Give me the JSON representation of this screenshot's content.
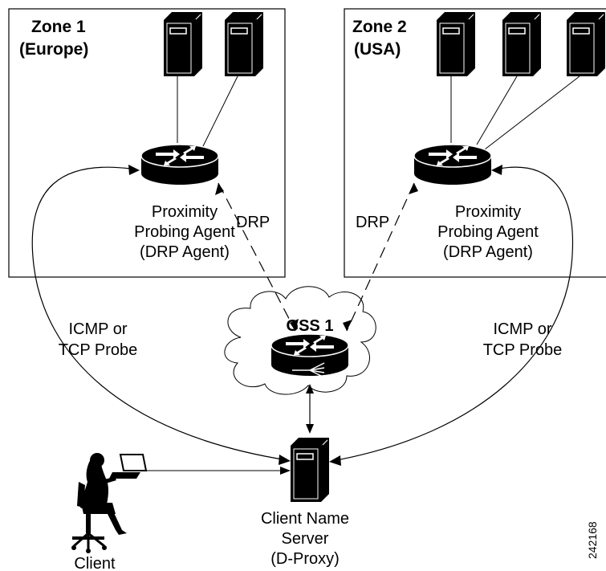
{
  "zone1": {
    "title_line1": "Zone 1",
    "title_line2": "(Europe)",
    "agent_line1": "Proximity",
    "agent_line2": "Probing Agent",
    "agent_line3": "(DRP Agent)",
    "drp_label": "DRP",
    "probe_line1": "ICMP or",
    "probe_line2": "TCP Probe"
  },
  "zone2": {
    "title_line1": "Zone 2",
    "title_line2": "(USA)",
    "agent_line1": "Proximity",
    "agent_line2": "Probing Agent",
    "agent_line3": "(DRP Agent)",
    "drp_label": "DRP",
    "probe_line1": "ICMP or",
    "probe_line2": "TCP Probe"
  },
  "gss": {
    "label": "GSS 1"
  },
  "name_server": {
    "line1": "Client Name",
    "line2": "Server",
    "line3": "(D-Proxy)"
  },
  "client": {
    "label": "Client"
  },
  "figure_id": "242168",
  "icons": {
    "server": "server-icon",
    "router": "router-icon",
    "gss_router": "gss-router-icon",
    "cloud": "cloud-icon",
    "client": "person-laptop-icon"
  },
  "colors": {
    "line": "#000000",
    "fill": "#000000",
    "background": "#ffffff"
  }
}
